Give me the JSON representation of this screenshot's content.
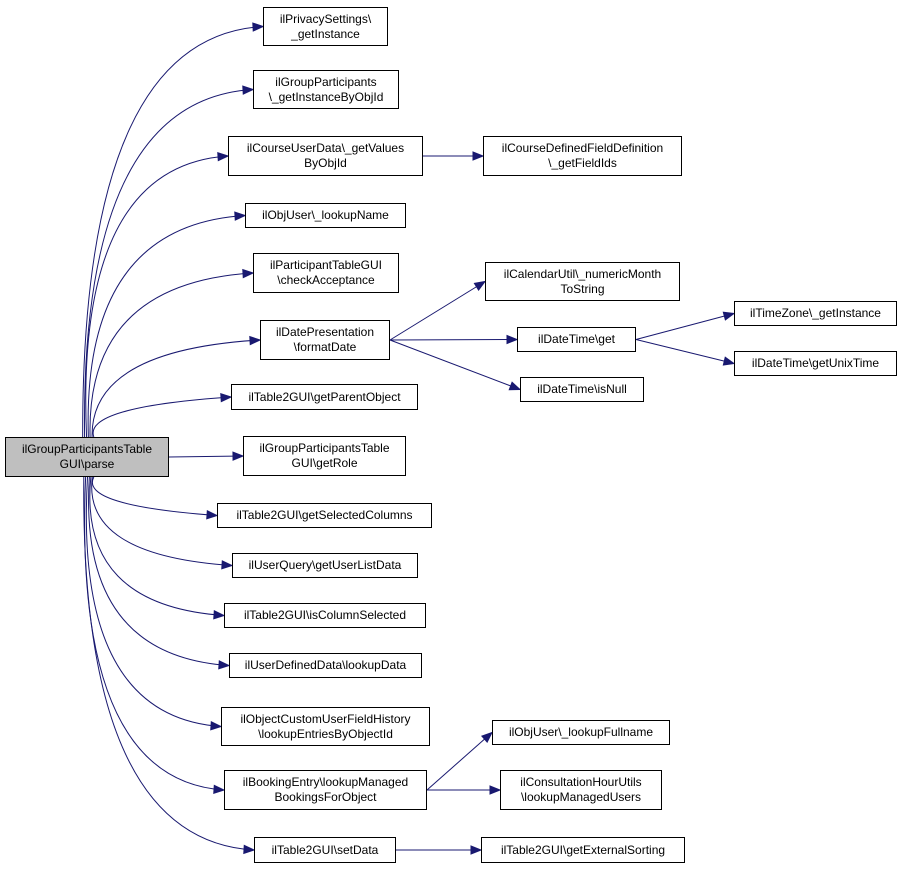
{
  "graph": {
    "edge_color": "#191970",
    "root_fill": "#bfbfbf",
    "nodes": [
      {
        "id": "parse",
        "lines": [
          "ilGroupParticipantsTable",
          "GUI\\parse"
        ],
        "root": true
      },
      {
        "id": "privacy",
        "lines": [
          "ilPrivacySettings\\",
          "_getInstance"
        ]
      },
      {
        "id": "groupparts",
        "lines": [
          "ilGroupParticipants",
          "\\_getInstanceByObjId"
        ]
      },
      {
        "id": "courseuser",
        "lines": [
          "ilCourseUserData\\_getValues",
          "ByObjId"
        ]
      },
      {
        "id": "coursefield",
        "lines": [
          "ilCourseDefinedFieldDefinition",
          "\\_getFieldIds"
        ]
      },
      {
        "id": "lookupname",
        "lines": [
          "ilObjUser\\_lookupName"
        ]
      },
      {
        "id": "checkaccept",
        "lines": [
          "ilParticipantTableGUI",
          "\\checkAcceptance"
        ]
      },
      {
        "id": "calutil",
        "lines": [
          "ilCalendarUtil\\_numericMonth",
          "ToString"
        ]
      },
      {
        "id": "formatdate",
        "lines": [
          "ilDatePresentation",
          "\\formatDate"
        ]
      },
      {
        "id": "dtget",
        "lines": [
          "ilDateTime\\get"
        ]
      },
      {
        "id": "tzinst",
        "lines": [
          "ilTimeZone\\_getInstance"
        ]
      },
      {
        "id": "unixtime",
        "lines": [
          "ilDateTime\\getUnixTime"
        ]
      },
      {
        "id": "isnull",
        "lines": [
          "ilDateTime\\isNull"
        ]
      },
      {
        "id": "getparent",
        "lines": [
          "ilTable2GUI\\getParentObject"
        ]
      },
      {
        "id": "getrole",
        "lines": [
          "ilGroupParticipantsTable",
          "GUI\\getRole"
        ]
      },
      {
        "id": "selcols",
        "lines": [
          "ilTable2GUI\\getSelectedColumns"
        ]
      },
      {
        "id": "userlist",
        "lines": [
          "ilUserQuery\\getUserListData"
        ]
      },
      {
        "id": "iscolsel",
        "lines": [
          "ilTable2GUI\\isColumnSelected"
        ]
      },
      {
        "id": "userdef",
        "lines": [
          "ilUserDefinedData\\lookupData"
        ]
      },
      {
        "id": "customhist",
        "lines": [
          "ilObjectCustomUserFieldHistory",
          "\\lookupEntriesByObjectId"
        ]
      },
      {
        "id": "fullname",
        "lines": [
          "ilObjUser\\_lookupFullname"
        ]
      },
      {
        "id": "booking",
        "lines": [
          "ilBookingEntry\\lookupManaged",
          "BookingsForObject"
        ]
      },
      {
        "id": "consult",
        "lines": [
          "ilConsultationHourUtils",
          "\\lookupManagedUsers"
        ]
      },
      {
        "id": "setdata",
        "lines": [
          "ilTable2GUI\\setData"
        ]
      },
      {
        "id": "extsort",
        "lines": [
          "ilTable2GUI\\getExternalSorting"
        ]
      }
    ],
    "edges": [
      {
        "from": "parse",
        "to": "privacy"
      },
      {
        "from": "parse",
        "to": "groupparts"
      },
      {
        "from": "parse",
        "to": "courseuser"
      },
      {
        "from": "parse",
        "to": "lookupname"
      },
      {
        "from": "parse",
        "to": "checkaccept"
      },
      {
        "from": "parse",
        "to": "formatdate"
      },
      {
        "from": "parse",
        "to": "getparent"
      },
      {
        "from": "parse",
        "to": "getrole"
      },
      {
        "from": "parse",
        "to": "selcols"
      },
      {
        "from": "parse",
        "to": "userlist"
      },
      {
        "from": "parse",
        "to": "iscolsel"
      },
      {
        "from": "parse",
        "to": "userdef"
      },
      {
        "from": "parse",
        "to": "customhist"
      },
      {
        "from": "parse",
        "to": "booking"
      },
      {
        "from": "parse",
        "to": "setdata"
      },
      {
        "from": "courseuser",
        "to": "coursefield"
      },
      {
        "from": "formatdate",
        "to": "calutil"
      },
      {
        "from": "formatdate",
        "to": "dtget"
      },
      {
        "from": "formatdate",
        "to": "isnull"
      },
      {
        "from": "dtget",
        "to": "tzinst"
      },
      {
        "from": "dtget",
        "to": "unixtime"
      },
      {
        "from": "booking",
        "to": "fullname"
      },
      {
        "from": "booking",
        "to": "consult"
      },
      {
        "from": "setdata",
        "to": "extsort"
      }
    ]
  }
}
